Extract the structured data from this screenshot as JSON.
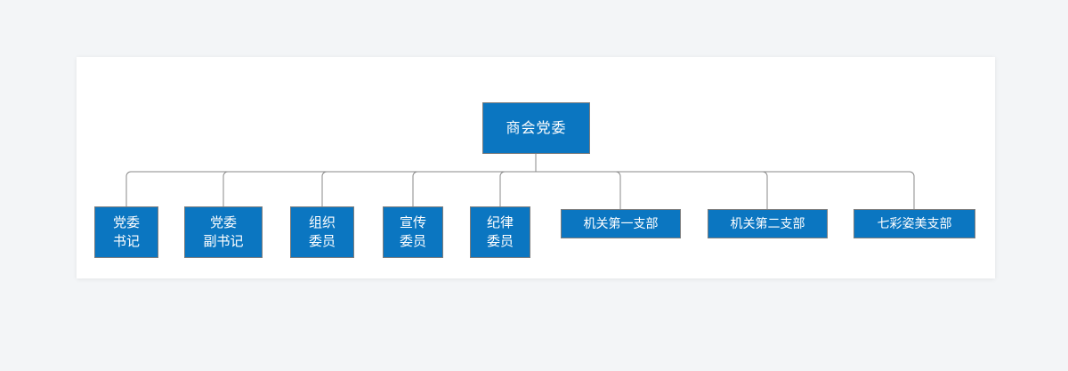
{
  "colors": {
    "page_background": "#f3f5f7",
    "card_background": "#ffffff",
    "node_fill": "#0b76c1",
    "node_border": "#7d7d7d",
    "node_text": "#ffffff",
    "connector": "#8a8a8a"
  },
  "org_chart": {
    "root": {
      "label": "商会党委"
    },
    "children": [
      {
        "lines": [
          "党委",
          "书记"
        ]
      },
      {
        "lines": [
          "党委",
          "副书记"
        ]
      },
      {
        "lines": [
          "组织",
          "委员"
        ]
      },
      {
        "lines": [
          "宣传",
          "委员"
        ]
      },
      {
        "lines": [
          "纪律",
          "委员"
        ]
      },
      {
        "lines": [
          "机关第一支部"
        ]
      },
      {
        "lines": [
          "机关第二支部"
        ]
      },
      {
        "lines": [
          "七彩姿美支部"
        ]
      }
    ]
  }
}
